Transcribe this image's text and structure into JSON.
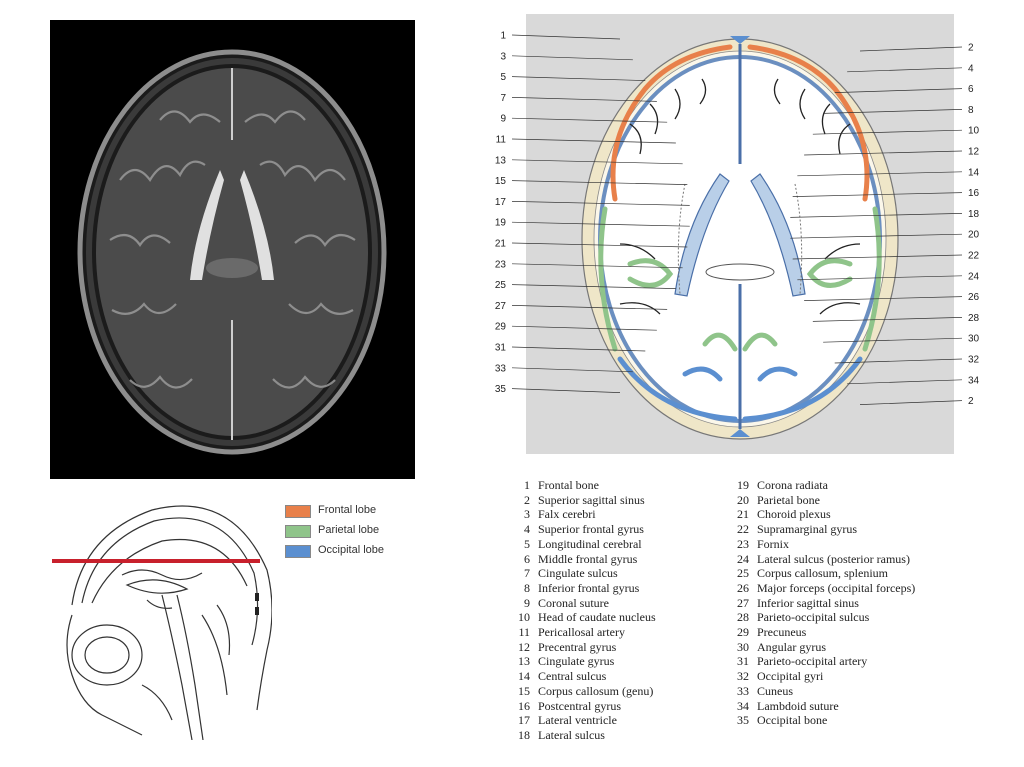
{
  "legend": [
    {
      "label": "Frontal lobe",
      "color": "#e8804a"
    },
    {
      "label": "Parietal lobe",
      "color": "#8fc48a"
    },
    {
      "label": "Occipital lobe",
      "color": "#5b8fd0"
    }
  ],
  "callouts_left": [
    "1",
    "3",
    "5",
    "7",
    "9",
    "11",
    "13",
    "15",
    "17",
    "19",
    "21",
    "23",
    "25",
    "27",
    "29",
    "31",
    "33",
    "35"
  ],
  "callouts_right": [
    "2",
    "4",
    "6",
    "8",
    "10",
    "12",
    "14",
    "16",
    "18",
    "20",
    "22",
    "24",
    "26",
    "28",
    "30",
    "32",
    "34",
    "2"
  ],
  "key": [
    {
      "n": "1",
      "t": "Frontal bone"
    },
    {
      "n": "2",
      "t": "Superior sagittal sinus"
    },
    {
      "n": "3",
      "t": "Falx cerebri"
    },
    {
      "n": "4",
      "t": "Superior frontal gyrus"
    },
    {
      "n": "5",
      "t": "Longitudinal cerebral"
    },
    {
      "n": "6",
      "t": "Middle frontal gyrus"
    },
    {
      "n": "7",
      "t": "Cingulate sulcus"
    },
    {
      "n": "8",
      "t": "Inferior frontal gyrus"
    },
    {
      "n": "9",
      "t": "Coronal suture"
    },
    {
      "n": "10",
      "t": "Head of caudate nucleus"
    },
    {
      "n": "11",
      "t": "Pericallosal artery"
    },
    {
      "n": "12",
      "t": "Precentral gyrus"
    },
    {
      "n": "13",
      "t": "Cingulate gyrus"
    },
    {
      "n": "14",
      "t": "Central sulcus"
    },
    {
      "n": "15",
      "t": "Corpus callosum (genu)"
    },
    {
      "n": "16",
      "t": "Postcentral gyrus"
    },
    {
      "n": "17",
      "t": "Lateral ventricle"
    },
    {
      "n": "18",
      "t": "Lateral sulcus"
    },
    {
      "n": "19",
      "t": "Corona radiata"
    },
    {
      "n": "20",
      "t": "Parietal bone"
    },
    {
      "n": "21",
      "t": "Choroid plexus"
    },
    {
      "n": "22",
      "t": "Supramarginal gyrus"
    },
    {
      "n": "23",
      "t": "Fornix"
    },
    {
      "n": "24",
      "t": "Lateral sulcus (posterior ramus)"
    },
    {
      "n": "25",
      "t": "Corpus callosum, splenium"
    },
    {
      "n": "26",
      "t": "Major forceps (occipital forceps)"
    },
    {
      "n": "27",
      "t": "Inferior sagittal sinus"
    },
    {
      "n": "28",
      "t": "Parieto-occipital sulcus"
    },
    {
      "n": "29",
      "t": "Precuneus"
    },
    {
      "n": "30",
      "t": "Angular gyrus"
    },
    {
      "n": "31",
      "t": "Parieto-occipital artery"
    },
    {
      "n": "32",
      "t": "Occipital gyri"
    },
    {
      "n": "33",
      "t": "Cuneus"
    },
    {
      "n": "34",
      "t": "Lambdoid suture"
    },
    {
      "n": "35",
      "t": "Occipital bone"
    }
  ],
  "colors": {
    "frontal": "#e8804a",
    "parietal": "#8fc48a",
    "occipital": "#5b8fd0",
    "bone": "#efe6c8",
    "csf": "#b9cfe8",
    "slice_line": "#c8202c"
  }
}
